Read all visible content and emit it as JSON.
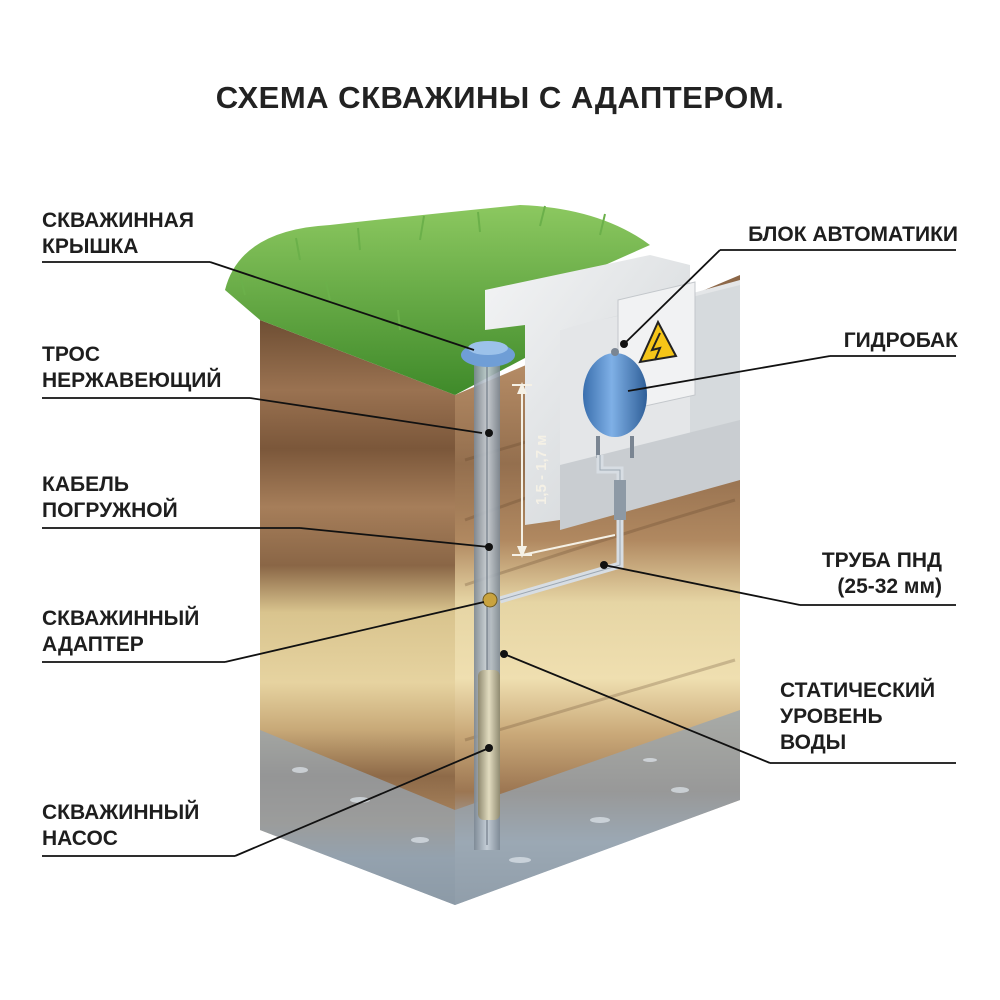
{
  "title": "СХЕМА СКВАЖИНЫ С АДАПТЕРОМ.",
  "labels": {
    "cap": [
      "СКВАЖИННАЯ",
      "КРЫШКА"
    ],
    "cable_steel": [
      "ТРОС",
      "НЕРЖАВЕЮЩИЙ"
    ],
    "cable_power": [
      "КАБЕЛЬ",
      "ПОГРУЖНОЙ"
    ],
    "adapter": [
      "СКВАЖИННЫЙ",
      "АДАПТЕР"
    ],
    "pump": [
      "СКВАЖИННЫЙ",
      "НАСОС"
    ],
    "automation": [
      "БЛОК АВТОМАТИКИ"
    ],
    "tank": [
      "ГИДРОБАК"
    ],
    "pipe": [
      "ТРУБА ПНД",
      "(25-32 мм)"
    ],
    "static_level": [
      "СТАТИЧЕСКИЙ",
      "УРОВЕНЬ",
      "ВОДЫ"
    ]
  },
  "depth_marker": "1,5 - 1,7 м",
  "colors": {
    "grass": "#5fa83a",
    "topsoil": "#7a5a3c",
    "sand": "#d8c38e",
    "gravel": "#8d98a4",
    "concrete": "#e8eaec",
    "tank": "#4e86c8",
    "casing": "#9aa6b3"
  }
}
